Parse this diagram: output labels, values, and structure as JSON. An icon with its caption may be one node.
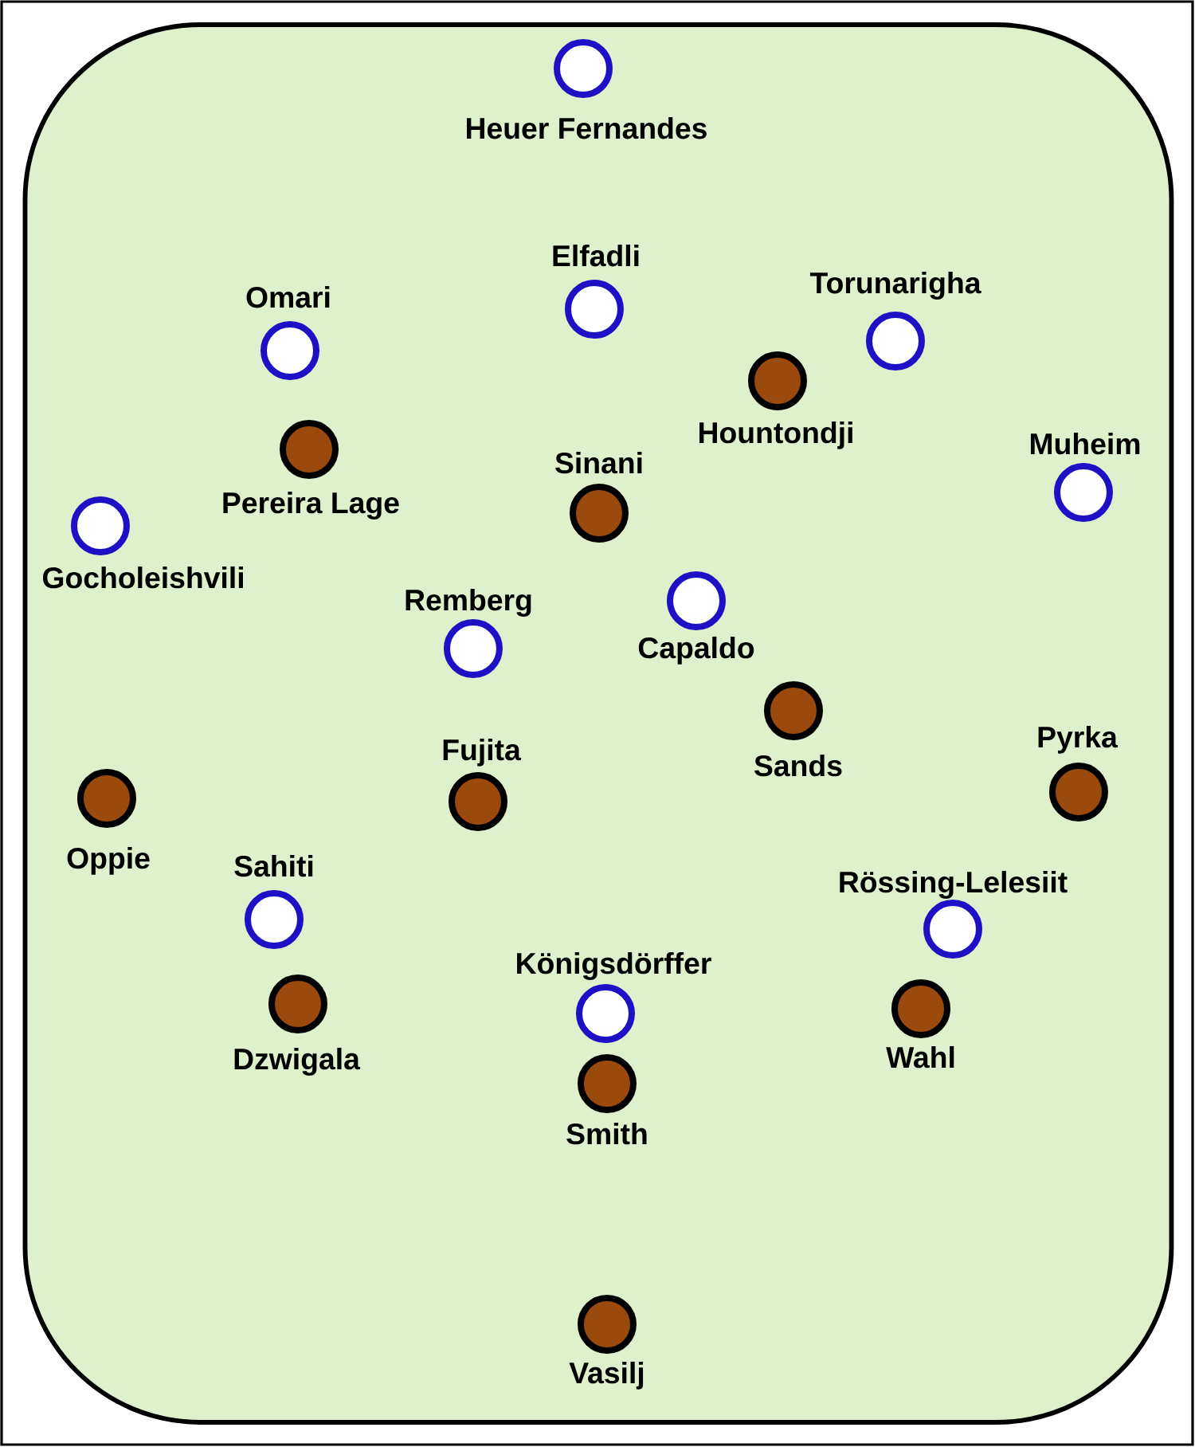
{
  "diagram": {
    "nodes": [
      {
        "text": [],
        "shape": "box"
      },
      {
        "text": [
          "Heuer Fernandes"
        ],
        "in": 0
      },
      {
        "text": [
          "Elfadli"
        ],
        "in": 0
      },
      {
        "text": [
          "Torunarigha"
        ],
        "in": 0
      },
      {
        "text": [
          "Omari"
        ],
        "in": 0
      },
      {
        "text": [
          "Hountondji"
        ],
        "in": 0
      },
      {
        "text": [
          "Pereira Lage"
        ],
        "in": 0
      },
      {
        "text": [
          "Muheim"
        ],
        "in": 0
      },
      {
        "text": [
          "Sinani"
        ],
        "in": 0
      },
      {
        "text": [
          "Gocholeishvili"
        ],
        "in": 0
      },
      {
        "text": [
          "Capaldo"
        ],
        "in": 0
      },
      {
        "text": [
          "Remberg"
        ],
        "in": 0
      },
      {
        "text": [
          "Sands"
        ],
        "in": 0
      },
      {
        "text": [
          "Pyrka"
        ],
        "in": 0
      },
      {
        "text": [
          "Oppie"
        ],
        "in": 0
      },
      {
        "text": [
          "Fujita"
        ],
        "in": 0
      },
      {
        "text": [
          "Sahiti"
        ],
        "in": 0
      },
      {
        "text": [
          "Rössing-Lelesiit"
        ],
        "in": 0
      },
      {
        "text": [
          "Dzwigala"
        ],
        "in": 0
      },
      {
        "text": [
          "Wahl"
        ],
        "in": 0
      },
      {
        "text": [
          "Königsdörffer"
        ],
        "in": 0
      },
      {
        "text": [
          "Smith"
        ],
        "in": 0
      },
      {
        "text": [
          "Vasilj"
        ],
        "in": 0
      }
    ]
  }
}
